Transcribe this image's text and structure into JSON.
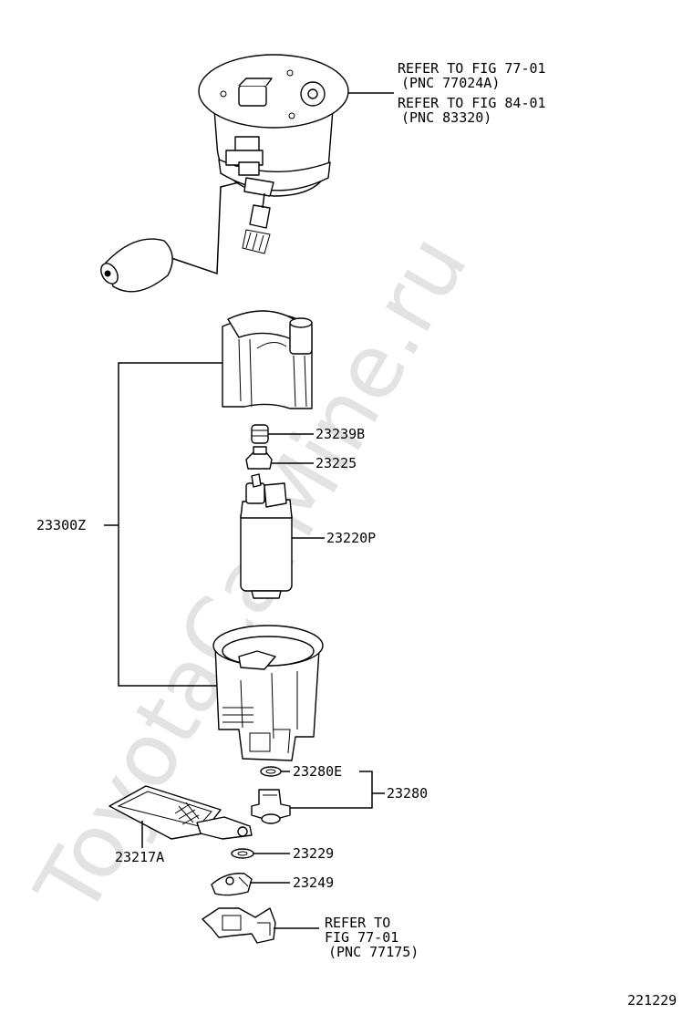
{
  "watermark": "ToyotaCarMine.ru",
  "figure_number": "221229",
  "refs": {
    "top_line1": "REFER TO FIG 77-01",
    "top_line2": "(PNC 77024A)",
    "top_line3": "REFER TO FIG 84-01",
    "top_line4": "(PNC 83320)",
    "bottom_line1": "REFER TO",
    "bottom_line2": "FIG 77-01",
    "bottom_line3": "(PNC 77175)"
  },
  "parts": {
    "p23239B": "23239B",
    "p23225": "23225",
    "p23220P": "23220P",
    "p23300Z": "23300Z",
    "p23280E": "23280E",
    "p23280": "23280",
    "p23217A": "23217A",
    "p23229": "23229",
    "p23249": "23249"
  }
}
